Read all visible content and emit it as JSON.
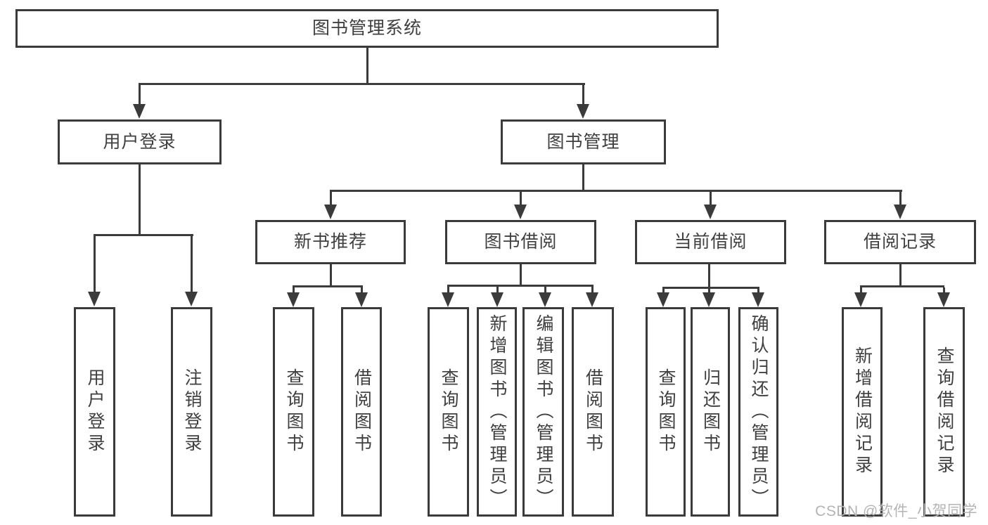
{
  "tree": {
    "label": "图书管理系统",
    "children": [
      {
        "label": "用户登录",
        "children": [
          {
            "label": "用户登录"
          },
          {
            "label": "注销登录"
          }
        ]
      },
      {
        "label": "图书管理",
        "children": [
          {
            "label": "新书推荐",
            "children": [
              {
                "label": "查询图书"
              },
              {
                "label": "借阅图书"
              }
            ]
          },
          {
            "label": "图书借阅",
            "children": [
              {
                "label": "查询图书"
              },
              {
                "label": "新增图书（管理员）"
              },
              {
                "label": "编辑图书（管理员）"
              },
              {
                "label": "借阅图书"
              }
            ]
          },
          {
            "label": "当前借阅",
            "children": [
              {
                "label": "查询图书"
              },
              {
                "label": "归还图书"
              },
              {
                "label": "确认归还（管理员）"
              }
            ]
          },
          {
            "label": "借阅记录",
            "children": [
              {
                "label": "新增借阅记录"
              },
              {
                "label": "查询借阅记录"
              }
            ]
          }
        ]
      }
    ]
  },
  "watermark": {
    "text": "CSDN @软件_小贺同学"
  },
  "colors": {
    "line": "#3b3b3b",
    "text": "#3f3f3f",
    "watermark": "#b4b4b4",
    "background": "#ffffff"
  }
}
